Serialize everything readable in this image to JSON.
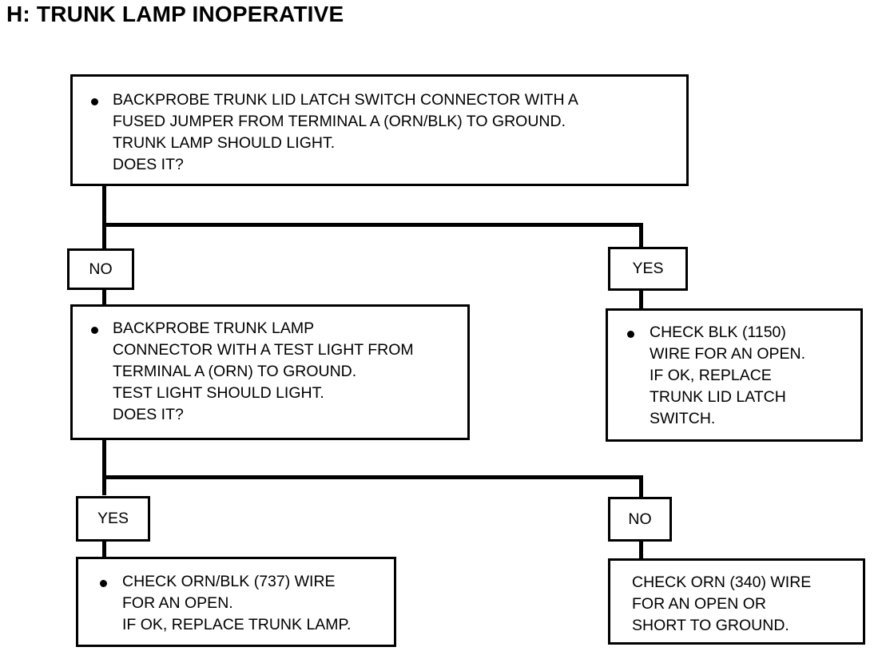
{
  "title": "H: TRUNK LAMP INOPERATIVE",
  "step1": {
    "lines": [
      "BACKPROBE TRUNK LID LATCH SWITCH CONNECTOR WITH A",
      "FUSED JUMPER FROM TERMINAL A (ORN/BLK) TO GROUND.",
      "TRUNK LAMP SHOULD LIGHT.",
      "DOES IT?"
    ]
  },
  "labels": {
    "no1": "NO",
    "yes1": "YES",
    "yes2": "YES",
    "no2": "NO"
  },
  "step2": {
    "lines": [
      "BACKPROBE TRUNK LAMP",
      "CONNECTOR WITH A TEST LIGHT FROM",
      "TERMINAL A (ORN) TO GROUND.",
      "TEST LIGHT SHOULD LIGHT.",
      "DOES IT?"
    ]
  },
  "result_yes1": {
    "lines": [
      "CHECK BLK (1150)",
      "WIRE FOR AN OPEN.",
      "IF OK, REPLACE",
      "TRUNK LID LATCH",
      "SWITCH."
    ]
  },
  "result_yes2": {
    "lines": [
      "CHECK ORN/BLK (737) WIRE",
      "FOR AN OPEN.",
      "IF OK, REPLACE TRUNK LAMP."
    ]
  },
  "result_no2": {
    "lines": [
      "CHECK ORN (340) WIRE",
      "FOR AN OPEN OR",
      "SHORT TO GROUND."
    ]
  }
}
